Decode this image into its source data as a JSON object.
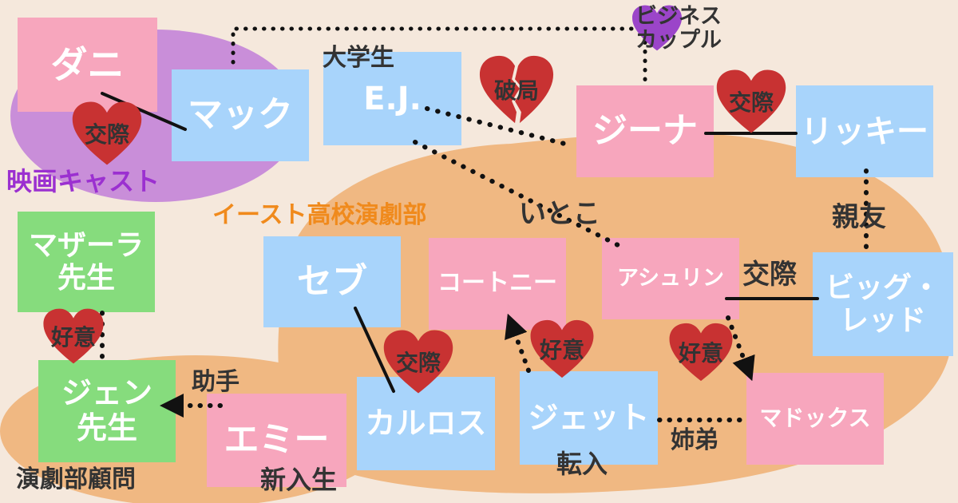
{
  "groups": {
    "movie_cast": "映画キャスト",
    "drama_club": "イースト高校演劇部"
  },
  "characters": {
    "dani": "ダニ",
    "mack": "マック",
    "ej": "E.J.",
    "gina": "ジーナ",
    "ricky": "リッキー",
    "seb": "セブ",
    "courtney": "コートニー",
    "ashlyn": "アシュリン",
    "big_red": "ビッグ・\nレッド",
    "mazzara": "マザーラ\n先生",
    "jenn": "ジェン\n先生",
    "emmy": "エミー",
    "carlos": "カルロス",
    "jet": "ジェット",
    "maddox": "マドックス"
  },
  "labels": {
    "university_student": "大学生",
    "business_couple": "ビジネス\nカップル",
    "breakup": "破局",
    "cousin": "いとこ",
    "best_friend": "親友",
    "dating": "交際",
    "crush": "好意",
    "assistant": "助手",
    "siblings": "姉弟",
    "transfer": "転入",
    "new_student": "新入生",
    "drama_advisor": "演劇部顧問"
  },
  "colors": {
    "pink_box": "#f7a6bd",
    "blue_box": "#a8d4fb",
    "green_box": "#86dc7d",
    "movie_region": "#c98ed9",
    "school_region": "#f0b882",
    "heart_red": "#c83232",
    "heart_purple": "#9b45c9",
    "movie_label": "#9b30d0",
    "school_label": "#f08a1c"
  }
}
